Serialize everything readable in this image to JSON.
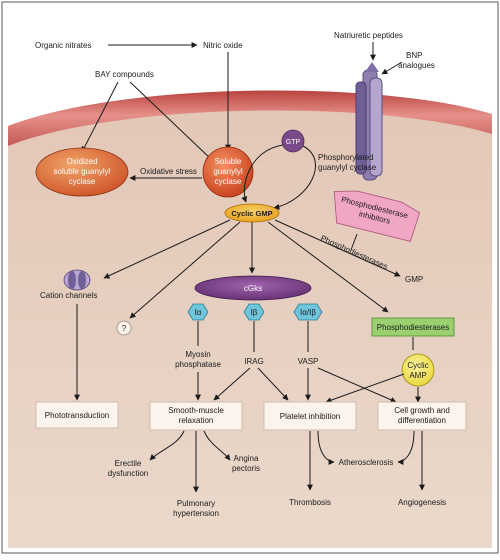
{
  "colors": {
    "cell_membrane": "#c95f5a",
    "cytoplasm": "#e8d6c6",
    "box_fill": "#fbf3ec",
    "gmp_fill": "#f0b020",
    "cgk_fill": "#7a3c84",
    "iso_fill": "#6fc6dc",
    "pde_box": "#9ad070",
    "camp_fill": "#f4e455",
    "sgc_fill": "#e25a2a",
    "pde_inhib_fill": "#f1a6c4",
    "receptor_fill": "#8b7aa8",
    "gtp_fill": "#7b4a8a"
  },
  "labels": {
    "organic_nitrates": "Organic nitrates",
    "nitric_oxide": "Nitric oxide",
    "natriuretic_peptides": "Natriuretic peptides",
    "bnp_analogues": [
      "BNP",
      "analogues"
    ],
    "bay_compounds": "BAY compounds",
    "oxidized_sgc": [
      "Oxidized",
      "soluble guanylyl",
      "cyclase"
    ],
    "oxidative_stress": "Oxidative stress",
    "soluble_gc": [
      "Soluble",
      "guanylyl",
      "cyclase"
    ],
    "gtp": "GTP",
    "phosphorylated_gc": [
      "Phosphorylated",
      "guanylyl cyclase"
    ],
    "cyclic_gmp": "Cyclic GMP",
    "pde_inhibitors": [
      "Phosphodiesterase",
      "inhibitors"
    ],
    "phosphodiesterases_arrow": "Phosphodiesterases",
    "gmp": "GMP",
    "cation_channels": "Cation channels",
    "question": "?",
    "cgks": "cGks",
    "iso_alpha": "Iα",
    "iso_beta": "Iβ",
    "iso_ab": "Iα/Iβ",
    "myosin_phosphatase": [
      "Myosin",
      "phosphatase"
    ],
    "irag": "IRAG",
    "vasp": "VASP",
    "phosphodiesterases_box": "Phosphodiesterases",
    "cyclic_amp": [
      "Cyclic",
      "AMP"
    ],
    "phototransduction": "Phototransduction",
    "smooth_muscle": [
      "Smooth-muscle",
      "relaxation"
    ],
    "platelet_inhibition": "Platelet inhibition",
    "cell_growth": [
      "Cell growth and",
      "differentiation"
    ],
    "erectile": [
      "Erectile",
      "dysfunction"
    ],
    "angina": [
      "Angina",
      "pectoris"
    ],
    "atherosclerosis": "Atherosclerosis",
    "pulmonary": [
      "Pulmonary",
      "hypertension"
    ],
    "thrombosis": "Thrombosis",
    "angiogenesis": "Angiogenesis"
  }
}
